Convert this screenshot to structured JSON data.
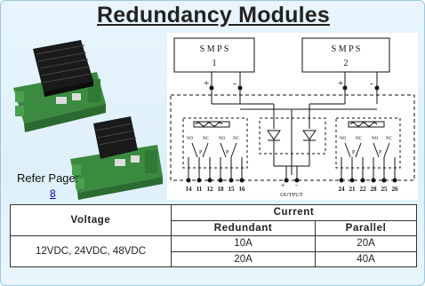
{
  "title": "Redundancy Modules",
  "refer": {
    "label": "Refer Page:",
    "page": "8"
  },
  "diagram": {
    "smps1": {
      "line1": "S M P S",
      "line2": "1"
    },
    "smps2": {
      "line1": "S M P S",
      "line2": "2"
    },
    "plus": "+",
    "minus": "-",
    "left_pins": [
      "14",
      "11",
      "12",
      "18",
      "15",
      "16"
    ],
    "right_pins": [
      "24",
      "21",
      "22",
      "28",
      "25",
      "26"
    ],
    "output_label": "OUTPUT",
    "relay_labels": [
      "NO",
      "NC",
      "NO",
      "NC"
    ],
    "p_label": "P"
  },
  "table": {
    "voltage_header": "Voltage",
    "current_header": "Current",
    "redundant_header": "Redundant",
    "parallel_header": "Parallel",
    "voltage_value": "12VDC, 24VDC, 48VDC",
    "rows": [
      {
        "redundant": "10A",
        "parallel": "20A"
      },
      {
        "redundant": "20A",
        "parallel": "40A"
      }
    ]
  }
}
